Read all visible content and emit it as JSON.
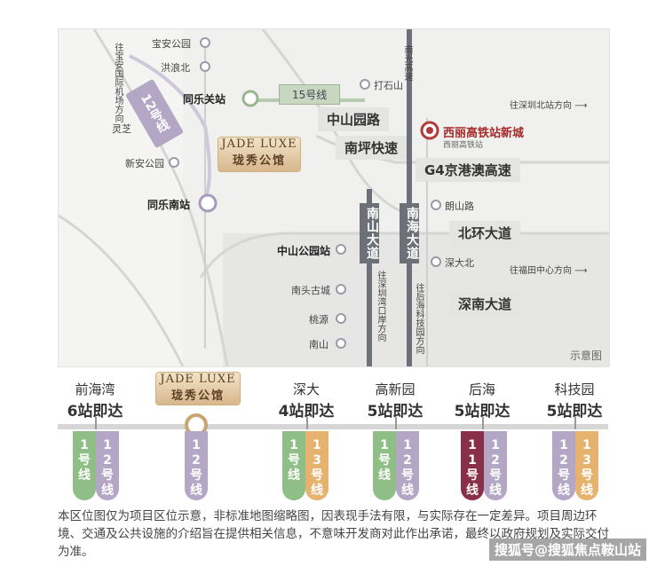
{
  "map": {
    "line12_badge": "12号线",
    "line12_direction": "往宝安国际机场方向",
    "line15_badge": "15号线",
    "north_highway": "南光高速",
    "stations": {
      "baoan_park": "宝安公园",
      "hongnan_north": "洪浪北",
      "tongleguan": "同乐关站",
      "dashishan": "打石山",
      "lingzhi": "灵芝",
      "xinan_park": "新安公园",
      "tongle_south": "同乐南站",
      "zhongshan_park": "中山公园站",
      "nantou_ancient": "南头古城",
      "taoyuan": "桃源",
      "nanshan": "南山",
      "langshan_road": "朗山路",
      "shenda_north": "深大北"
    },
    "xili_station": "西丽高铁站新城",
    "xili_sub": "西丽高铁站",
    "roads": {
      "zhongshanyuan": "中山园路",
      "nanping": "南坪快速",
      "g4": "G4京港澳高速",
      "beihuan": "北环大道",
      "shennan": "深南大道",
      "nanshan_ave": "南山大道",
      "nanhai_ave": "南海大道"
    },
    "directions": {
      "shenzhen_north": "往深圳北站方向",
      "futian": "往福田中心方向",
      "shenzhen_bay": "往深圳湾口岸方向",
      "houhai_tech": "往后海科技园方向"
    },
    "jade_en": "JADE LUXE",
    "jade_cn": "珑秀公馆",
    "note": "示意图"
  },
  "timeline": {
    "jade_en": "JADE LUXE",
    "jade_cn": "珑秀公馆",
    "stations": [
      {
        "name": "前海湾",
        "count": "6站即达",
        "lines": [
          "1号线",
          "12号线"
        ]
      },
      {
        "name": "深大",
        "count": "4站即达",
        "lines": [
          "1号线",
          "13号线"
        ]
      },
      {
        "name": "高新园",
        "count": "5站即达",
        "lines": [
          "1号线",
          "12号线"
        ]
      },
      {
        "name": "后海",
        "count": "5站即达",
        "lines": [
          "11号线",
          "12号线"
        ]
      },
      {
        "name": "科技园",
        "count": "5站即达",
        "lines": [
          "12号线",
          "13号线"
        ]
      }
    ],
    "jade_line": "12号线"
  },
  "disclaimer": "本区位图仅为项目区位示意，非标准地图缩略图，因表现手法有限，与实际存在一定差异。项目周边环境、交通及公共设施的介绍旨在提供相关信息，不意味开发商对此作出承诺，最终以政府规划及实际交付为准。",
  "watermark": "搜狐号@搜狐焦点鞍山站",
  "colors": {
    "line1": "#8fbf86",
    "line11": "#8a2f4a",
    "line12": "#b4a7c6",
    "line13": "#e6b36f",
    "jade_gold": "#c9a470"
  }
}
